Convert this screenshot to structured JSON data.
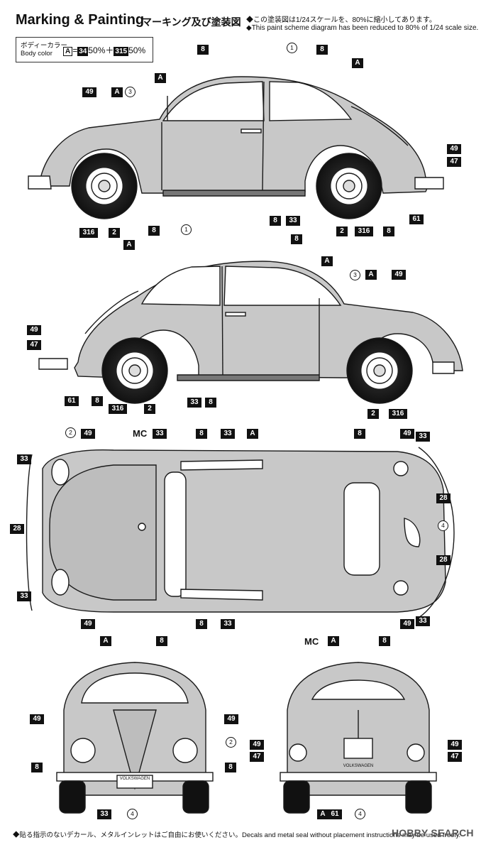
{
  "header": {
    "title": "Marking & Painting",
    "subtitle": "マーキング及び塗装図",
    "note_jp": "◆この塗装図は1/24スケールを、80%に縮小してあります。",
    "note_en": "◆This paint scheme diagram has been reduced to 80% of 1/24 scale size."
  },
  "body_color": {
    "label_jp": "ボディーカラー",
    "label_en": "Body color",
    "code": "A",
    "eq": "=",
    "c1": "34",
    "p1": "50%",
    "plus": "＋",
    "c2": "315",
    "p2": "50%"
  },
  "callouts": {
    "n8": "8",
    "A": "A",
    "n49": "49",
    "n47": "47",
    "n61": "61",
    "n316": "316",
    "n2": "2",
    "n33": "33",
    "n28": "28",
    "c1": "1",
    "c2": "2",
    "c3": "3",
    "c4": "4",
    "mc": "MC"
  },
  "footer": {
    "text": "◆貼る指示のないデカール、メタルインレットはご自由にお使いください。Decals and metal seal without placement instructions may be used freely."
  },
  "watermark": "HOBBY SEARCH",
  "plate": "VOLKSWAGEN",
  "colors": {
    "body": "#c8c8c8",
    "line": "#1a1a1a",
    "tag_bg": "#111111"
  }
}
